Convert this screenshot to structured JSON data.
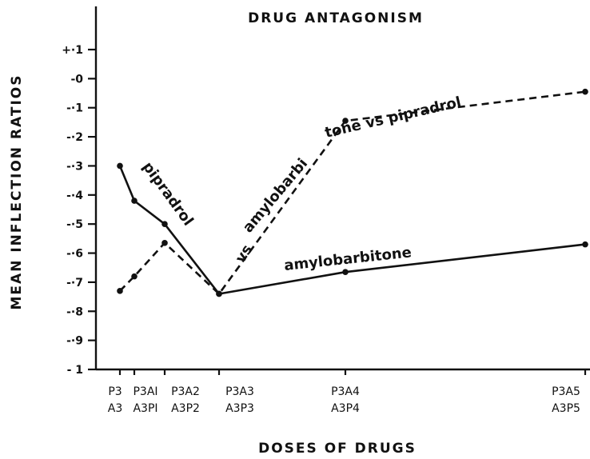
{
  "chart_data": {
    "type": "line",
    "title": "DRUG ANTAGONISM",
    "xlabel": "DOSES OF DRUGS",
    "ylabel": "MEAN INFLECTION RATIOS",
    "ylim": [
      -1.0,
      0.1
    ],
    "y_ticks": [
      0.1,
      0.0,
      -0.1,
      -0.2,
      -0.3,
      -0.4,
      -0.5,
      -0.6,
      -0.7,
      -0.8,
      -0.9,
      -1.0
    ],
    "y_tick_labels": [
      "+·1",
      "-0",
      "-·1",
      "-·2",
      "-·3",
      "-·4",
      "-·5",
      "-·6",
      "-·7",
      "-·8",
      "-·9",
      "- 1"
    ],
    "categories": [
      {
        "line1": "P3",
        "line2": "A3",
        "x": 0
      },
      {
        "line1": "P3AI",
        "line2": "A3PI",
        "x": 1
      },
      {
        "line1": "P3A2",
        "line2": "A3P2",
        "x": 2
      },
      {
        "line1": "P3A3",
        "line2": "A3P3",
        "x": 3
      },
      {
        "line1": "P3A4",
        "line2": "A3P4",
        "x": 4
      },
      {
        "line1": "P3A5",
        "line2": "A3P5",
        "x": 5
      }
    ],
    "series": [
      {
        "style": "solid",
        "points": [
          [
            0,
            -0.3
          ],
          [
            1,
            -0.42
          ],
          [
            2,
            -0.5
          ],
          [
            3,
            -0.74
          ],
          [
            4,
            -0.665
          ],
          [
            5,
            -0.57
          ]
        ]
      },
      {
        "style": "dashed",
        "points": [
          [
            0,
            -0.73
          ],
          [
            1,
            -0.68
          ],
          [
            2,
            -0.565
          ],
          [
            3,
            -0.74
          ],
          [
            4,
            -0.145
          ],
          [
            5,
            -0.045
          ]
        ]
      }
    ],
    "annotations": {
      "pipradrol": "pipradrol",
      "vs": "vs",
      "amylobarbitone_vs_pipradrol": "amylobarbitone vs pipradrol",
      "amylobarbitone": "amylobarbitone"
    }
  }
}
